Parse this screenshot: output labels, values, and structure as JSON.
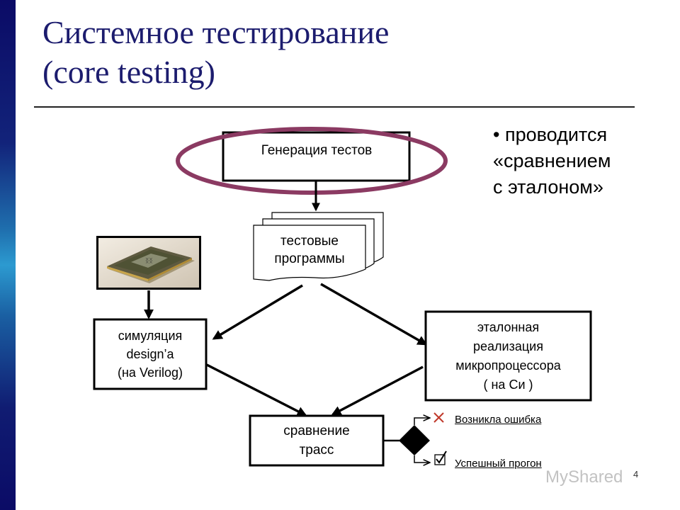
{
  "slide": {
    "title_line1": "Системное тестирование",
    "title_line2": "(core testing)",
    "page_number": "4",
    "watermark": "MyShared"
  },
  "bullet": {
    "lines": [
      "• проводится",
      "«сравнением",
      "с эталоном»"
    ]
  },
  "diagram": {
    "gen_tests": "Генерация тестов",
    "test_programs": [
      "тестовые",
      "программы"
    ],
    "simulation": [
      "симуляция",
      "design’а",
      "(на Verilog)"
    ],
    "reference": [
      "эталонная",
      "реализация",
      "микропроцессора",
      "( на Си )"
    ],
    "compare": [
      "сравнение",
      "трасс"
    ],
    "outcome_error": "Возникла ошибка",
    "outcome_success": "Успешный прогон"
  },
  "colors": {
    "highlight_ellipse": "#8b3a62",
    "title": "#1c1c6e"
  },
  "icons": {
    "error": "cross-icon",
    "success": "checkbox-icon",
    "chip": "processor-chip-image"
  }
}
